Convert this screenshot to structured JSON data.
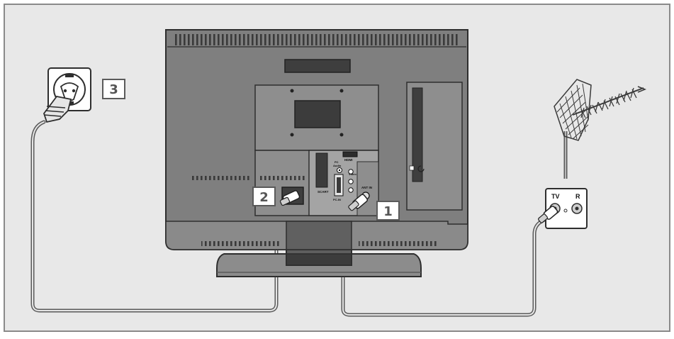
{
  "callouts": {
    "one": "1",
    "two": "2",
    "three": "3"
  },
  "tv_panel": {
    "scart": "SCART",
    "hdmi": "HDMI",
    "pc_audio_1": "PC",
    "pc_audio_2": "Audio",
    "video": "Video",
    "pc_in": "PC-IN",
    "ant_in": "ANT IN"
  },
  "wall_outlet": {
    "tv": "TV",
    "r": "R"
  },
  "colors": {
    "background": "#e8e8e8",
    "frame": "#8a8a8a",
    "tv_body": "#7f7f7f",
    "tv_dark": "#4a4a4a",
    "cable": "#6a6a6a",
    "badge_fill": "#ffffff"
  }
}
